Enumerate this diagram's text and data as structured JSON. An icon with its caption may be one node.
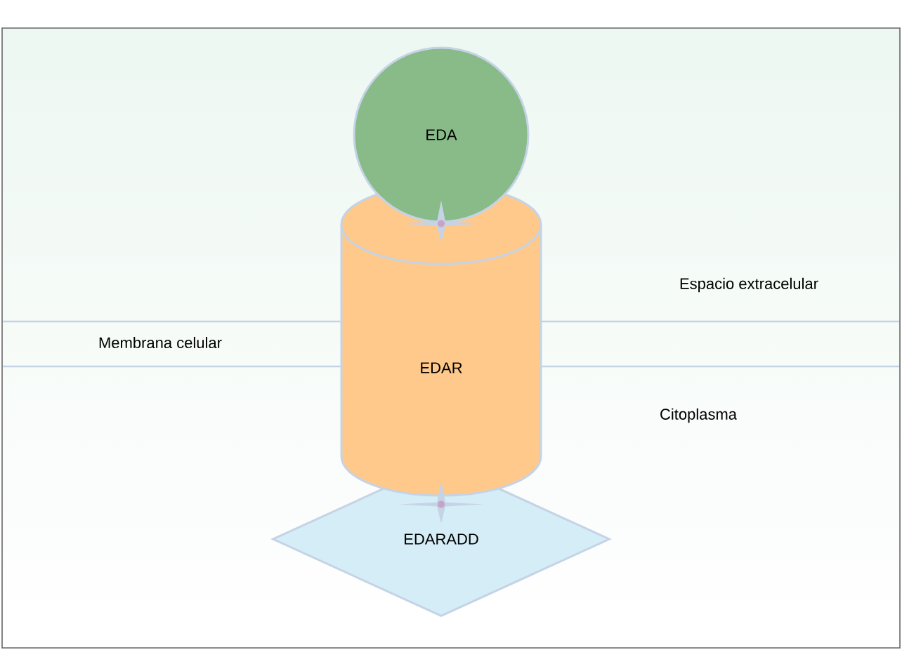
{
  "diagram": {
    "nodes": [
      {
        "text": [
          "EDA"
        ]
      },
      {
        "text": [
          "EDAR"
        ]
      },
      {
        "text": [
          "EDARADD"
        ]
      }
    ],
    "edges": [
      {
        "from": 0,
        "to": 1,
        "arrow": "both"
      },
      {
        "from": 1,
        "to": 2,
        "arrow": "both"
      }
    ],
    "labels": [
      "Espacio extracelular",
      "Membrana celular",
      "Citoplasma"
    ]
  }
}
